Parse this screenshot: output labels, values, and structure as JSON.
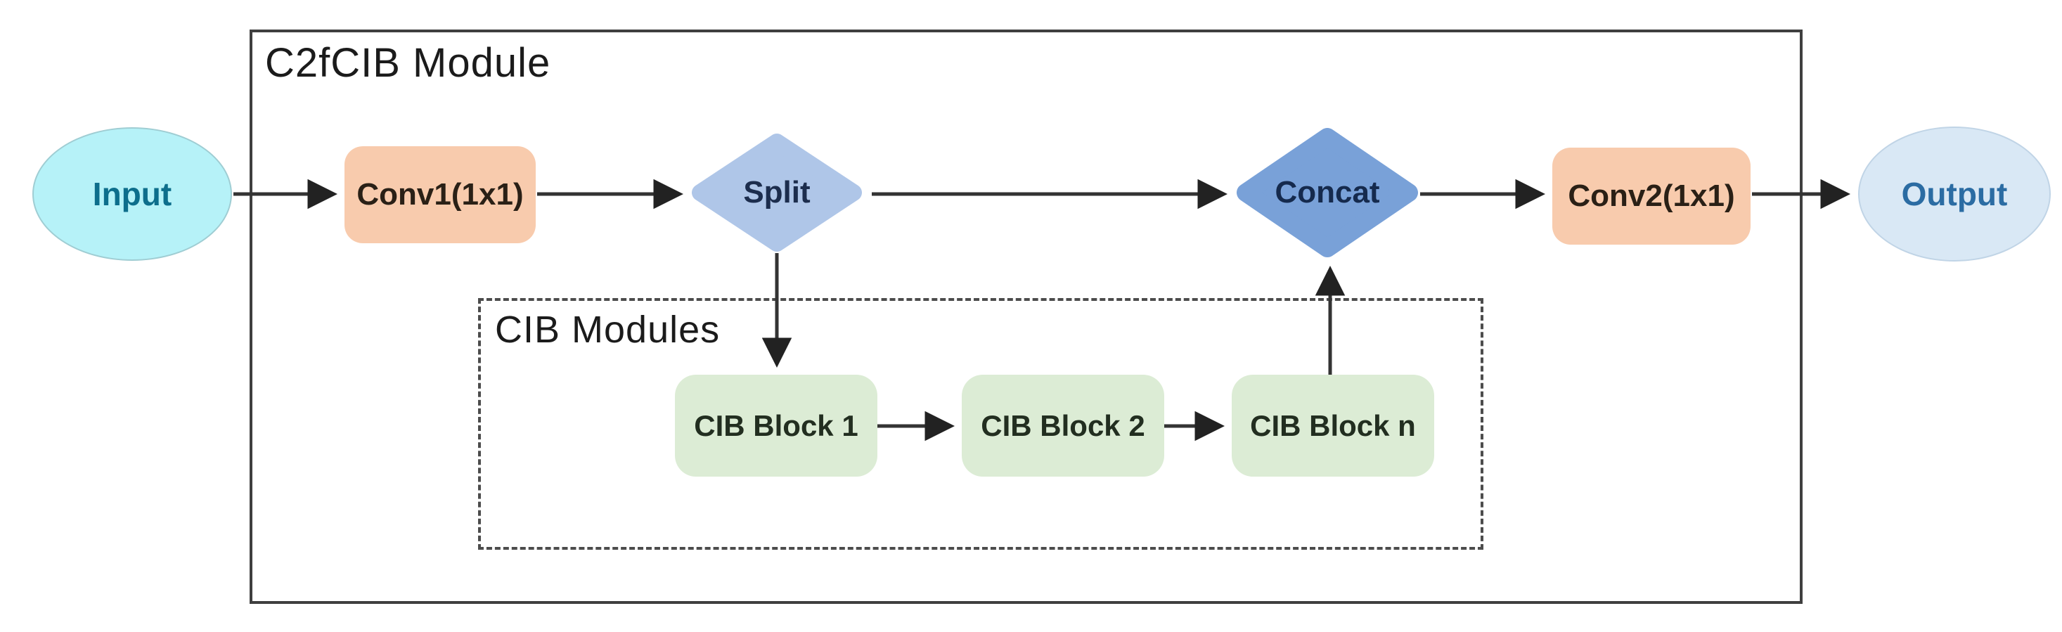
{
  "diagram": {
    "title": "C2fCIB Module",
    "group_label": "CIB Modules",
    "nodes": {
      "input": "Input",
      "conv1": "Conv1(1x1)",
      "split": "Split",
      "cib1": "CIB Block 1",
      "cib2": "CIB Block 2",
      "cibn": "CIB Block n",
      "concat": "Concat",
      "conv2": "Conv2(1x1)",
      "output": "Output"
    },
    "colors": {
      "input_fill": "#B6F2F8",
      "input_text": "#0D6E8C",
      "output_fill": "#D9E8F5",
      "output_text": "#2B6CA3",
      "conv_fill": "#F8CBAD",
      "conv_text": "#2A2016",
      "split_fill": "#AFC6E8",
      "split_text": "#1C2D4D",
      "concat_fill": "#79A1D8",
      "concat_text": "#152A4D",
      "cib_fill": "#DCECD5",
      "cib_text": "#222E20",
      "container_border": "#3F3F3F",
      "dashed_border": "#4C4C4C",
      "arrow": "#333333"
    }
  }
}
